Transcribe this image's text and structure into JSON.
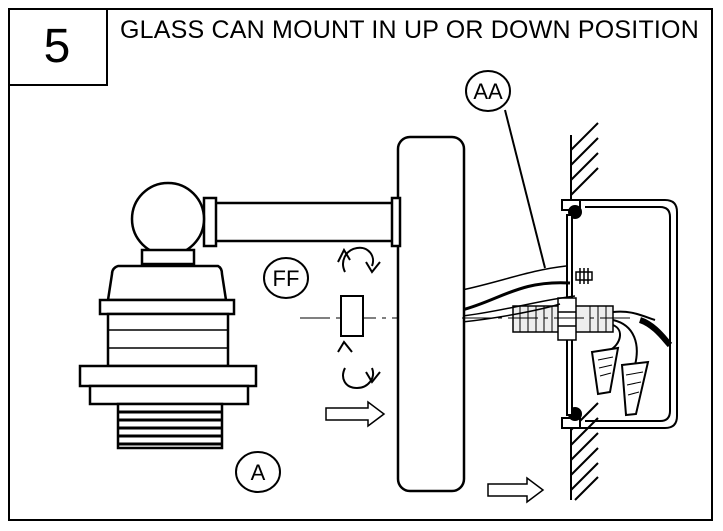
{
  "step": {
    "number": "5"
  },
  "title": "GLASS CAN MOUNT IN UP OR DOWN POSITION",
  "callouts": {
    "aa": "AA",
    "ff": "FF",
    "a": "A"
  }
}
